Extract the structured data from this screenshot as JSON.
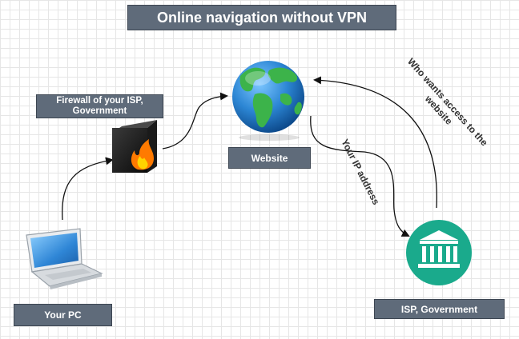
{
  "title": "Online navigation without VPN",
  "nodes": {
    "firewall": {
      "label": "Firewall of your ISP, Government",
      "icon": "firewall-icon"
    },
    "website": {
      "label": "Website",
      "icon": "globe-icon"
    },
    "pc": {
      "label": "Your PC",
      "icon": "laptop-icon"
    },
    "isp": {
      "label": "ISP, Government",
      "icon": "bank-building-icon"
    }
  },
  "edges": {
    "website_to_isp": "Your IP address",
    "isp_to_website": "Who wants access to the website"
  },
  "colors": {
    "label_fill": "#5f6b7a",
    "isp_circle": "#1aaa8c",
    "globe_ocean": "#2c86d4",
    "globe_land": "#3cb34a"
  }
}
